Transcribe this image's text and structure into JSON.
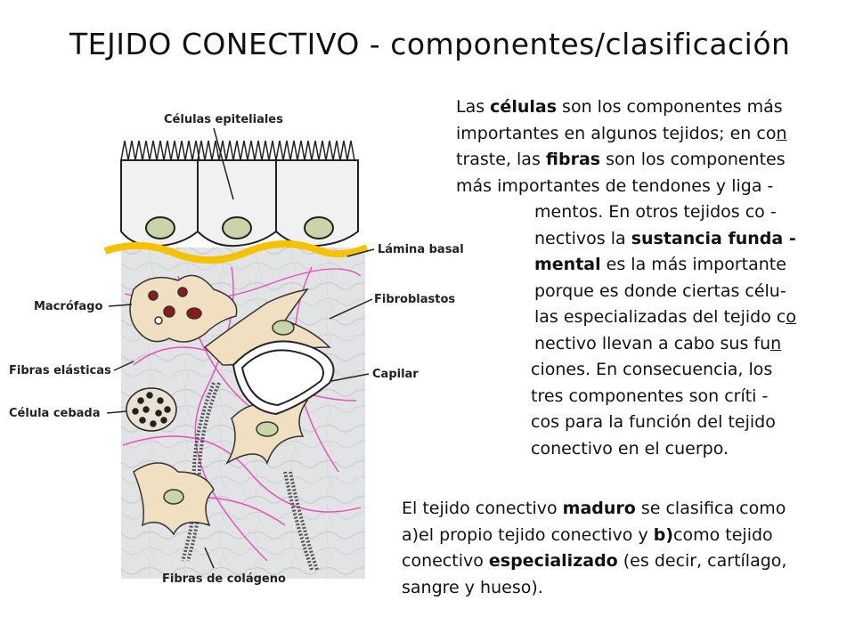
{
  "title": "TEJIDO CONECTIVO  -  componentes/clasificación",
  "figure": {
    "labels": {
      "epithelial": "Células epiteliales",
      "basal": "Lámina basal",
      "macrophage": "Macrófago",
      "fibroblasts": "Fibroblastos",
      "elastic": "Fibras elásticas",
      "capillary": "Capilar",
      "mast": "Célula cebada",
      "collagen": "Fibras de colágeno"
    },
    "colors": {
      "basal_lamina": "#f5c200",
      "elastic_fibers": "#e84bbf",
      "fibroblast": "#f0dfc0",
      "nucleus": "#c9d4a8"
    }
  },
  "paragraph1": {
    "l1": [
      "Las ",
      "células",
      " son los componentes más"
    ],
    "l2": [
      "importantes en algunos tejidos; en co",
      "n"
    ],
    "l3": [
      "traste, las ",
      "fibras",
      " son los componentes"
    ],
    "l4": "más importantes de tendones y liga -",
    "l5": "mentos. En otros tejidos co -",
    "l6": [
      "nectivos la ",
      "sustancia funda -"
    ],
    "l7": [
      "mental",
      " es la más importante"
    ],
    "l8": "porque es donde ciertas célu-",
    "l9": [
      "las especializadas del tejido c",
      "o"
    ],
    "l10": [
      "nectivo llevan a cabo sus fu",
      "n"
    ],
    "l11": "ciones. En consecuencia, los",
    "l12": "tres componentes son críti -",
    "l13": "cos para la función del tejido",
    "l14": "conectivo en el cuerpo."
  },
  "paragraph2": {
    "l1": [
      "El tejido conectivo ",
      "maduro",
      " se clasifica como"
    ],
    "l2": [
      "a)el propio tejido conectivo y ",
      "b)",
      "como tejido"
    ],
    "l3": [
      "conectivo ",
      "especializado",
      " (es decir, cartílago,"
    ],
    "l4": "sangre y hueso)."
  }
}
